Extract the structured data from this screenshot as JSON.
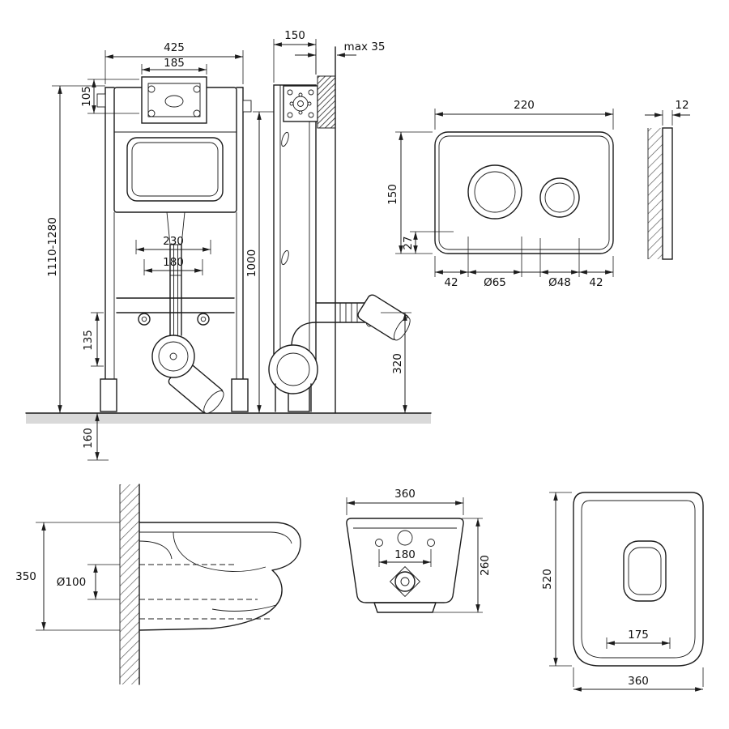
{
  "colors": {
    "line": "#1c1c1c",
    "floor": "#d9d9d9",
    "background": "#ffffff"
  },
  "frame_front": {
    "dim_width_top": "425",
    "dim_inner_width": "185",
    "dim_top_height": "105",
    "dim_height_range": "1110-1280",
    "dim_width_230": "230",
    "dim_width_180": "180",
    "dim_height_135": "135",
    "dim_floor_height": "160"
  },
  "frame_side": {
    "dim_depth": "150",
    "dim_wall_gap": "max 35",
    "dim_height": "1000",
    "dim_outlet_height": "320"
  },
  "flush_plate": {
    "dim_width": "220",
    "dim_height": "150",
    "dim_bottom_offset": "27",
    "dim_left_margin": "42",
    "dim_big_button": "Ø65",
    "dim_small_button": "Ø48",
    "dim_right_margin": "42",
    "dim_thickness": "12"
  },
  "bowl_side": {
    "dim_height": "350",
    "dim_drain": "Ø100"
  },
  "bowl_front": {
    "dim_width": "360",
    "dim_hole_spacing": "180",
    "dim_height": "260"
  },
  "bowl_top": {
    "dim_length": "520",
    "dim_seat_width": "175",
    "dim_width": "360"
  }
}
